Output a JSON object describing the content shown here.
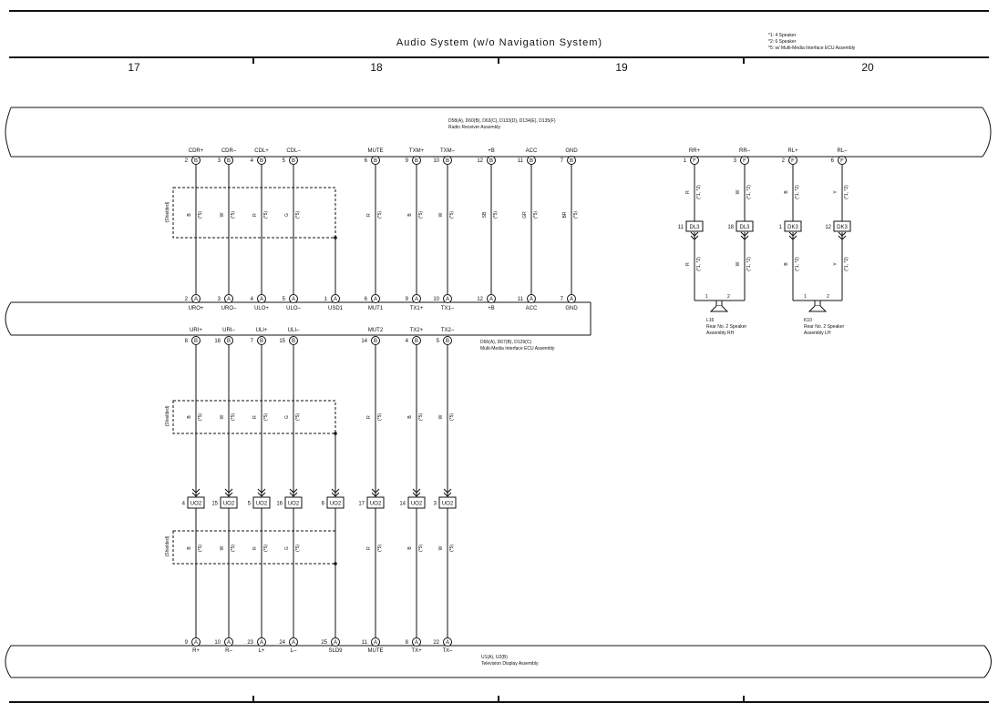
{
  "title": "Audio System (w/o Navigation System)",
  "notes": [
    "*1: 4 Speaker",
    "*2: 6 Speaker",
    "*5: w/ Multi-Media Interface ECU Assembly"
  ],
  "sections": [
    "17",
    "18",
    "19",
    "20"
  ],
  "shielded_label": "(Shielded)",
  "radio": {
    "codes": "D58(A), D60(B), D63(C), D133(D), D134(E), D135(F)",
    "name": "Radio Receiver Assembly",
    "top_pins": [
      {
        "label": "CDR+",
        "num": "2",
        "letter": "B"
      },
      {
        "label": "CDR–",
        "num": "3",
        "letter": "B"
      },
      {
        "label": "CDL+",
        "num": "4",
        "letter": "B"
      },
      {
        "label": "CDL–",
        "num": "5",
        "letter": "B"
      },
      {
        "label": "MUTE",
        "num": "6",
        "letter": "B"
      },
      {
        "label": "TXM+",
        "num": "9",
        "letter": "B"
      },
      {
        "label": "TXM–",
        "num": "10",
        "letter": "B"
      },
      {
        "label": "+B",
        "num": "12",
        "letter": "B"
      },
      {
        "label": "ACC",
        "num": "11",
        "letter": "B"
      },
      {
        "label": "GND",
        "num": "7",
        "letter": "B"
      },
      {
        "label": "RR+",
        "num": "1",
        "letter": "F"
      },
      {
        "label": "RR–",
        "num": "3",
        "letter": "F"
      },
      {
        "label": "RL+",
        "num": "2",
        "letter": "F"
      },
      {
        "label": "RL–",
        "num": "6",
        "letter": "F"
      }
    ]
  },
  "mm": {
    "codes": "D66(A), D67(B), D129(C)",
    "name": "Multi-Media Interface ECU Assembly",
    "top_pins": [
      {
        "label": "URO+",
        "num": "2",
        "letter": "A"
      },
      {
        "label": "URO–",
        "num": "3",
        "letter": "A"
      },
      {
        "label": "ULO+",
        "num": "4",
        "letter": "A"
      },
      {
        "label": "ULO–",
        "num": "5",
        "letter": "A"
      },
      {
        "label": "USD1",
        "num": "1",
        "letter": "A"
      },
      {
        "label": "MUT1",
        "num": "6",
        "letter": "A"
      },
      {
        "label": "TX1+",
        "num": "9",
        "letter": "A"
      },
      {
        "label": "TX1–",
        "num": "10",
        "letter": "A"
      },
      {
        "label": "+B",
        "num": "12",
        "letter": "A"
      },
      {
        "label": "ACC",
        "num": "11",
        "letter": "A"
      },
      {
        "label": "GND",
        "num": "7",
        "letter": "A"
      }
    ],
    "bottom_pins": [
      {
        "label": "URI+",
        "num": "8",
        "letter": "B"
      },
      {
        "label": "URI–",
        "num": "16",
        "letter": "B"
      },
      {
        "label": "ULI+",
        "num": "7",
        "letter": "B"
      },
      {
        "label": "ULI–",
        "num": "15",
        "letter": "B"
      },
      {
        "label": "MUT2",
        "num": "14",
        "letter": "B"
      },
      {
        "label": "TX2+",
        "num": "4",
        "letter": "B"
      },
      {
        "label": "TX2–",
        "num": "5",
        "letter": "B"
      }
    ]
  },
  "tv": {
    "codes": "U1(A), U2(B)",
    "name": "Television Display Assembly",
    "pins": [
      {
        "label": "R+",
        "num": "9",
        "letter": "A"
      },
      {
        "label": "R–",
        "num": "10",
        "letter": "A"
      },
      {
        "label": "L+",
        "num": "23",
        "letter": "A"
      },
      {
        "label": "L–",
        "num": "24",
        "letter": "A"
      },
      {
        "label": "SLD9",
        "num": "25",
        "letter": "A"
      },
      {
        "label": "MUTE",
        "num": "11",
        "letter": "A"
      },
      {
        "label": "TX+",
        "num": "8",
        "letter": "A"
      },
      {
        "label": "TX–",
        "num": "22",
        "letter": "A"
      }
    ]
  },
  "wires1": [
    {
      "color": "B",
      "note": "(*5)"
    },
    {
      "color": "W",
      "note": "(*5)"
    },
    {
      "color": "R",
      "note": "(*5)"
    },
    {
      "color": "G",
      "note": "(*5)"
    },
    {
      "color": "R",
      "note": "(*5)"
    },
    {
      "color": "B",
      "note": "(*5)"
    },
    {
      "color": "W",
      "note": "(*5)"
    },
    {
      "color": "SB",
      "note": "(*5)"
    },
    {
      "color": "GR",
      "note": "(*5)"
    },
    {
      "color": "BR",
      "note": "(*5)"
    }
  ],
  "wires2": [
    {
      "color": "B",
      "note": "(*5)"
    },
    {
      "color": "W",
      "note": "(*5)"
    },
    {
      "color": "R",
      "note": "(*5)"
    },
    {
      "color": "G",
      "note": "(*5)"
    },
    {
      "color": "R",
      "note": "(*5)"
    },
    {
      "color": "B",
      "note": "(*5)"
    },
    {
      "color": "W",
      "note": "(*5)"
    }
  ],
  "wires3": [
    {
      "color": "B",
      "note": "(*5)"
    },
    {
      "color": "W",
      "note": "(*5)"
    },
    {
      "color": "R",
      "note": "(*5)"
    },
    {
      "color": "G",
      "note": "(*5)"
    },
    {
      "color": "R",
      "note": "(*5)"
    },
    {
      "color": "B",
      "note": "(*5)"
    },
    {
      "color": "W",
      "note": "(*5)"
    }
  ],
  "uo2": [
    {
      "num": "4",
      "code": "UO2"
    },
    {
      "num": "15",
      "code": "UO2"
    },
    {
      "num": "5",
      "code": "UO2"
    },
    {
      "num": "16",
      "code": "UO2"
    },
    {
      "num": "6",
      "code": "UO2"
    },
    {
      "num": "17",
      "code": "UO2"
    },
    {
      "num": "14",
      "code": "UO2"
    },
    {
      "num": "3",
      "code": "UO2"
    }
  ],
  "speaker_upper": [
    {
      "color": "R",
      "note": "(*1, *2)"
    },
    {
      "color": "W",
      "note": "(*1, *2)"
    },
    {
      "color": "B",
      "note": "(*1, *2)"
    },
    {
      "color": "Y",
      "note": "(*1, *2)"
    }
  ],
  "speaker_lower": [
    {
      "color": "R",
      "note": "(*1, *2)"
    },
    {
      "color": "W",
      "note": "(*1, *2)"
    },
    {
      "color": "B",
      "note": "(*1, *2)"
    },
    {
      "color": "Y",
      "note": "(*1, *2)"
    }
  ],
  "speaker_conn": [
    {
      "num": "11",
      "code": "DL3"
    },
    {
      "num": "18",
      "code": "DL3"
    },
    {
      "num": "1",
      "code": "DK3"
    },
    {
      "num": "12",
      "code": "DK3"
    }
  ],
  "speakers": [
    {
      "code": "L16",
      "line1": "Rear No. 2 Speaker",
      "line2": "Assembly RH",
      "pin1": "1",
      "pin2": "2"
    },
    {
      "code": "K10",
      "line1": "Rear No. 2 Speaker",
      "line2": "Assembly LH",
      "pin1": "1",
      "pin2": "2"
    }
  ]
}
